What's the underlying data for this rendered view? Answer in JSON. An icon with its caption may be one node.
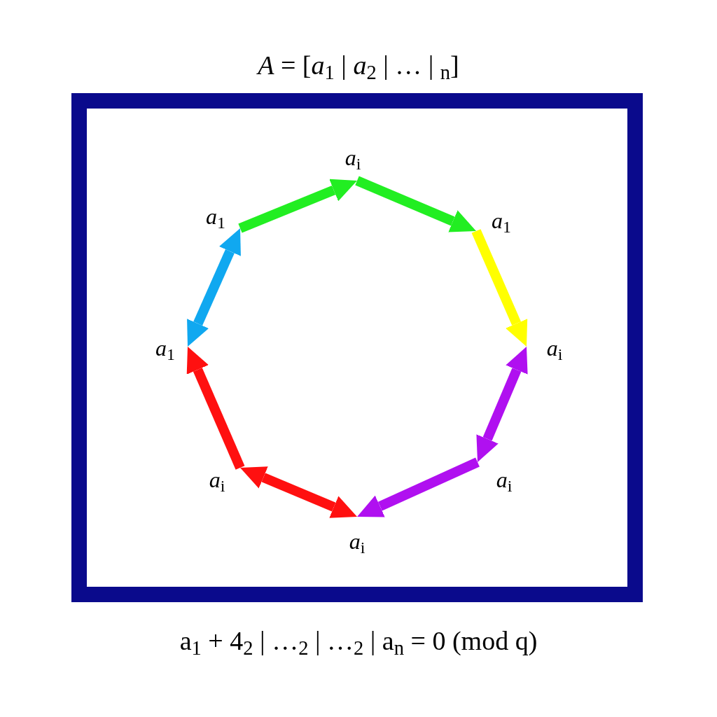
{
  "diagram": {
    "title": "*A* = [*a*$_{1}$ | *a*$_{2}$ | … | $_{n}$]",
    "caption": "a$_{1}$ + 4$_{2}$ | …$_{2}$ | …$_{2}$ | a$_{n}$ = 0 (mod q)",
    "nodes": [
      {
        "text": [
          "*a*$_{i}$"
        ]
      },
      {
        "text": [
          "*a*$_{1}$"
        ]
      },
      {
        "text": [
          "*a*$_{1}$"
        ]
      },
      {
        "text": [
          "*a*$_{1}$"
        ]
      },
      {
        "text": [
          "*a*$_{i}$"
        ]
      },
      {
        "text": [
          "*a*$_{i}$"
        ]
      },
      {
        "text": [
          "*a*$_{i}$"
        ]
      },
      {
        "text": [
          "*a*$_{i}$"
        ]
      }
    ],
    "edges": [
      {
        "from": 1,
        "to": 0,
        "arrow": "to",
        "color": "#22ee22"
      },
      {
        "from": 0,
        "to": 2,
        "arrow": "to",
        "color": "#22ee22"
      },
      {
        "from": 2,
        "to": 4,
        "arrow": "to",
        "color": "#ffff00"
      },
      {
        "from": 4,
        "to": 6,
        "arrow": "both",
        "color": "#b010f0"
      },
      {
        "from": 6,
        "to": 7,
        "arrow": "to",
        "color": "#b010f0"
      },
      {
        "from": 7,
        "to": 5,
        "arrow": "both",
        "color": "#ff1010"
      },
      {
        "from": 5,
        "to": 3,
        "arrow": "to",
        "color": "#ff1010"
      },
      {
        "from": 3,
        "to": 1,
        "arrow": "both",
        "color": "#10a8f0"
      }
    ]
  }
}
